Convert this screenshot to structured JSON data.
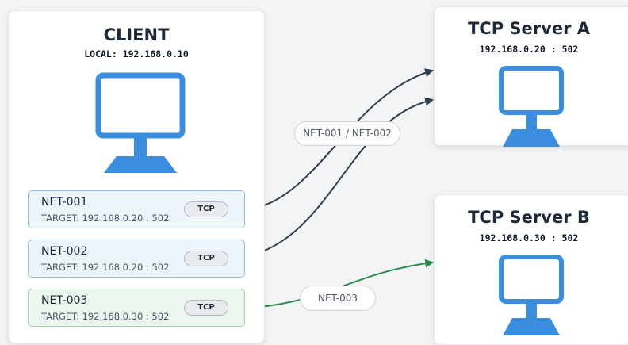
{
  "client": {
    "title": "CLIENT",
    "local": "LOCAL: 192.168.0.10"
  },
  "servers": [
    {
      "title": "TCP Server A",
      "address": "192.168.0.20 : 502"
    },
    {
      "title": "TCP Server B",
      "address": "192.168.0.30 : 502"
    }
  ],
  "connections": [
    {
      "name": "NET-001",
      "target": "TARGET: 192.168.0.20 : 502",
      "protocol": "TCP",
      "server": "TCP Server A"
    },
    {
      "name": "NET-002",
      "target": "TARGET: 192.168.0.20 : 502",
      "protocol": "TCP",
      "server": "TCP Server A"
    },
    {
      "name": "NET-003",
      "target": "TARGET: 192.168.0.30 : 502",
      "protocol": "TCP",
      "server": "TCP Server B"
    }
  ],
  "link_labels": [
    "NET-001 / NET-002",
    "NET-003"
  ],
  "colors": {
    "link_a": "#2f3e50",
    "link_b": "#2e8b4e",
    "monitor": "#3b8ede",
    "card_blue_border": "#92bde8",
    "card_green_border": "#9fd2a8"
  },
  "icons": {
    "device": "monitor-icon"
  }
}
